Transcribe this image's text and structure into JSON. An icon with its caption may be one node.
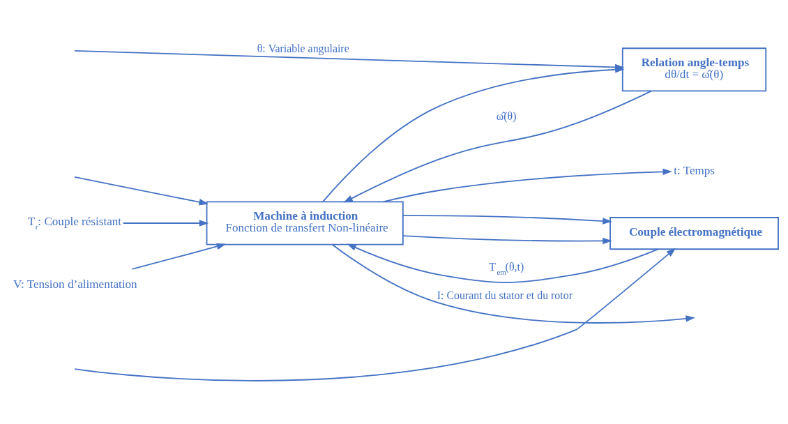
{
  "diagram": {
    "nodes": [
      {
        "text": [
          "Machine à induction",
          "Fonction de transfert Non-linéaire"
        ]
      },
      {
        "text": [
          "Relation angle-temps",
          "dθ/dt = ω̂(θ)"
        ]
      },
      {
        "text": [
          "Couple électromagnétique"
        ]
      },
      {
        "text": [
          "T$_{r}$: Couple résistant"
        ]
      },
      {
        "text": [
          "V: Tension d’alimentation"
        ]
      },
      {
        "text": [
          "t: Temps"
        ]
      }
    ],
    "edges": [
      {
        "from": 3,
        "to": 0,
        "arrow": "to"
      },
      {
        "from": 4,
        "to": 0,
        "arrow": "to"
      },
      {
        "from": 2,
        "to": 0,
        "arrow": "to",
        "label": "T$_{em}$(θ,t)"
      },
      {
        "from": 1,
        "to": 0,
        "arrow": "to",
        "label": "ω̂(θ)"
      },
      {
        "from": 0,
        "to": null,
        "arrow": "to",
        "label": "I: Courant du stator et du rotor"
      },
      {
        "from": null,
        "to": 1,
        "arrow": "to",
        "label": "θ: Variable angulaire"
      },
      {
        "from": null,
        "to": 2,
        "arrow": "to"
      },
      {
        "from": null,
        "to": 0,
        "arrow": "to"
      },
      {
        "from": 0,
        "to": 2,
        "arrow": "to"
      },
      {
        "from": 0,
        "to": 5,
        "arrow": "to"
      },
      {
        "from": 0,
        "to": 1,
        "arrow": "to"
      },
      {
        "from": 0,
        "to": 2,
        "arrow": "to"
      }
    ]
  }
}
